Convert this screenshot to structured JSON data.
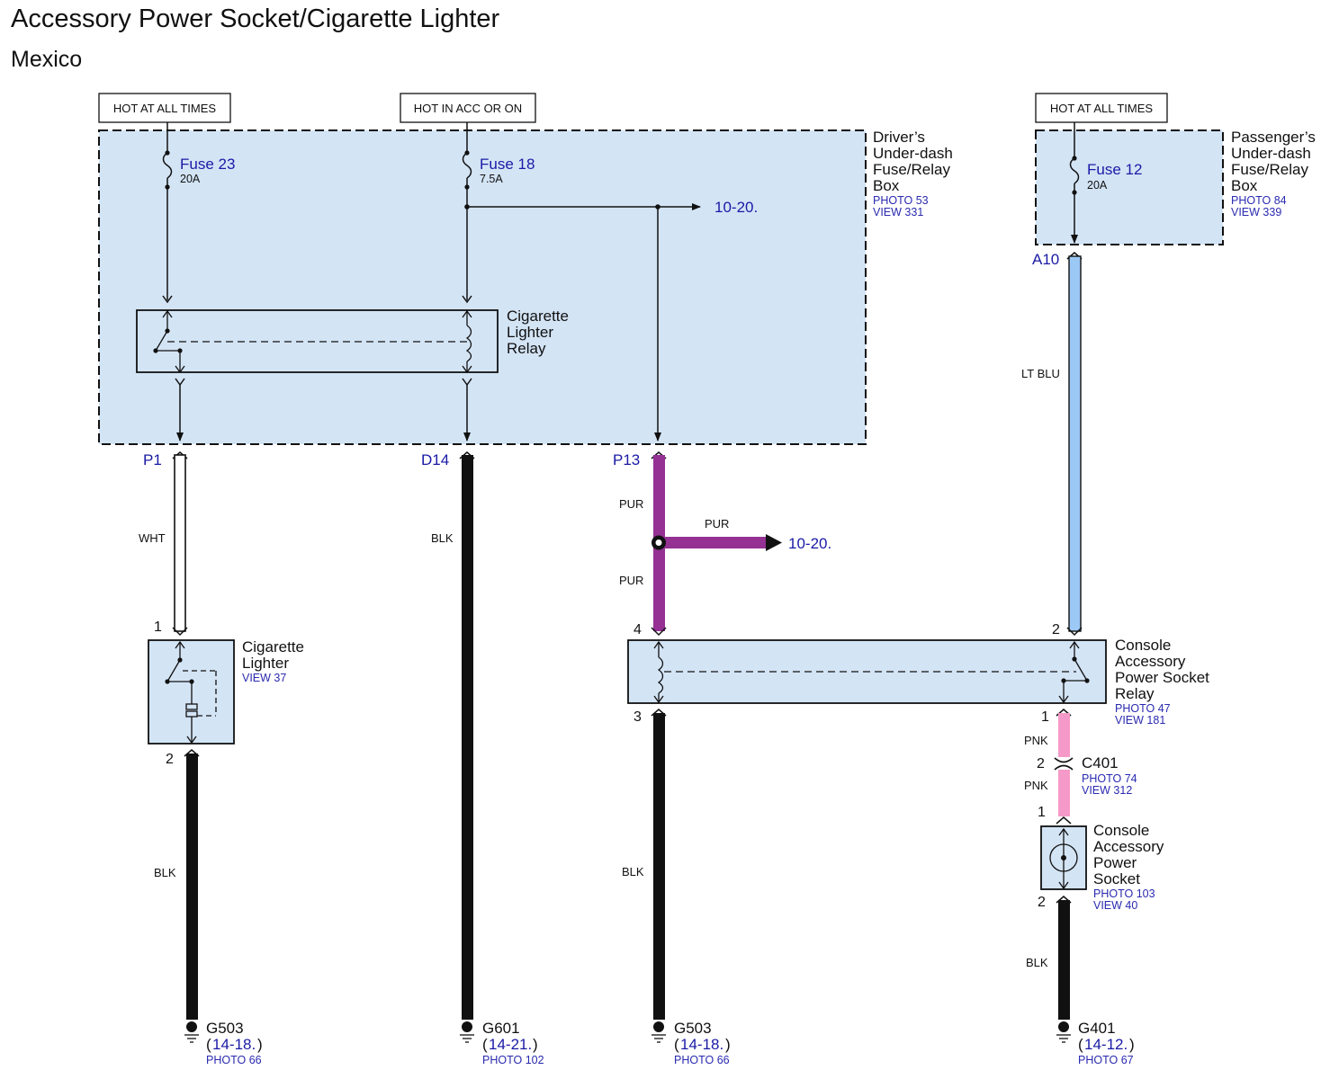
{
  "title": "Accessory Power Socket/Cigarette Lighter",
  "subtitle": "Mexico",
  "hot_labels": {
    "fuse23": "HOT AT ALL TIMES",
    "fuse18": "HOT IN ACC OR ON",
    "fuse12": "HOT AT ALL TIMES"
  },
  "drivers_box": {
    "name_lines": [
      "Driver’s",
      "Under-dash",
      "Fuse/Relay",
      "Box"
    ],
    "photo": "PHOTO 53",
    "view": "VIEW 331"
  },
  "passengers_box": {
    "name_lines": [
      "Passenger’s",
      "Under-dash",
      "Fuse/Relay",
      "Box"
    ],
    "photo": "PHOTO 84",
    "view": "VIEW 339"
  },
  "fuses": {
    "f23": {
      "name": "Fuse 23",
      "rating": "20A"
    },
    "f18": {
      "name": "Fuse 18",
      "rating": "7.5A"
    },
    "f12": {
      "name": "Fuse 12",
      "rating": "20A"
    }
  },
  "refs": {
    "top_arrow": "10-20.",
    "mid_arrow": "10-20."
  },
  "cig_relay": {
    "name_lines": [
      "Cigarette",
      "Lighter",
      "Relay"
    ]
  },
  "cig_lighter": {
    "name_lines": [
      "Cigarette",
      "Lighter"
    ],
    "view": "VIEW 37"
  },
  "console_relay": {
    "name_lines": [
      "Console",
      "Accessory",
      "Power Socket",
      "Relay"
    ],
    "photo": "PHOTO 47",
    "view": "VIEW 181"
  },
  "connector_c401": {
    "name": "C401",
    "photo": "PHOTO 74",
    "view": "VIEW 312"
  },
  "power_socket": {
    "name_lines": [
      "Console",
      "Accessory",
      "Power",
      "Socket"
    ],
    "photo": "PHOTO 103",
    "view": "VIEW 40"
  },
  "terminals": {
    "p1": "P1",
    "d14": "D14",
    "p13": "P13",
    "a10": "A10",
    "cl1": "1",
    "cl2": "2",
    "cr4": "4",
    "cr3": "3",
    "cr2": "2",
    "cr1": "1",
    "c401_2": "2",
    "ps1": "1",
    "ps2": "2"
  },
  "wires": {
    "wht": "WHT",
    "blk_d14": "BLK",
    "pur_top": "PUR",
    "pur_branch": "PUR",
    "pur_bottom": "PUR",
    "ltblu": "LT BLU",
    "blk_cl": "BLK",
    "blk_cr": "BLK",
    "pnk_top": "PNK",
    "pnk_bottom": "PNK",
    "blk_ps": "BLK"
  },
  "grounds": [
    {
      "name": "G503",
      "ref": "14-18.",
      "photo": "PHOTO 66"
    },
    {
      "name": "G601",
      "ref": "14-21.",
      "photo": "PHOTO 102"
    },
    {
      "name": "G503",
      "ref": "14-18.",
      "photo": "PHOTO 66"
    },
    {
      "name": "G401",
      "ref": "14-12.",
      "photo": "PHOTO 67"
    }
  ],
  "colors": {
    "box_fill": "#d3e4f5",
    "pur": "#943193",
    "pnk": "#f59ac8",
    "ltblu": "#9cc8f5",
    "blk": "#111111",
    "link_blue": "#1a1aa6"
  }
}
